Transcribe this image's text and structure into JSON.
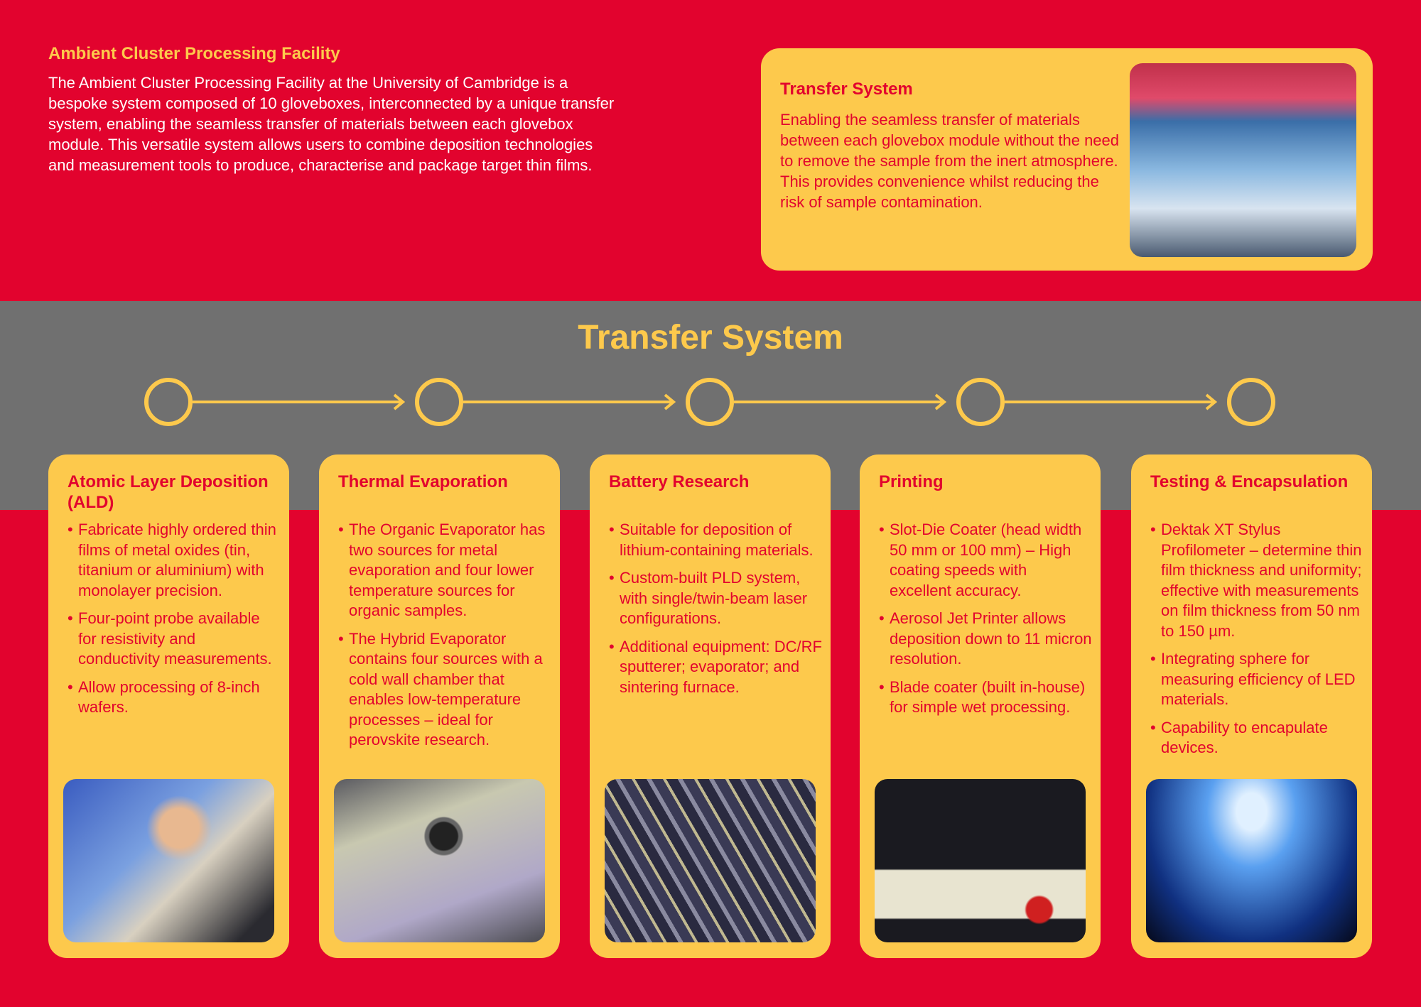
{
  "intro": {
    "title": "Ambient Cluster Processing Facility",
    "body": "The Ambient Cluster Processing Facility at the University of Cambridge is a bespoke system composed of 10 gloveboxes, interconnected by a unique transfer system, enabling the seamless transfer of materials between each glovebox module. This versatile system allows users to combine deposition technologies and measurement tools to produce, characterise and package target thin films."
  },
  "transfer_card": {
    "title": "Transfer System",
    "body": "Enabling the seamless transfer of materials between each glovebox module without the need to remove the sample from the inert atmosphere. This provides convenience whilst reducing the risk of sample contamination."
  },
  "section_title": "Transfer System",
  "colors": {
    "red": "#e2032e",
    "yellow": "#fdc94c",
    "gray": "#707070"
  },
  "cards": [
    {
      "title": "Atomic Layer Deposition (ALD)",
      "bullets": [
        "Fabricate highly ordered thin films of metal oxides (tin, titanium or aluminium) with monolayer precision.",
        "Four-point probe available for resistivity and conductivity measurements.",
        "Allow processing of 8-inch wafers."
      ]
    },
    {
      "title": "Thermal Evaporation",
      "bullets": [
        "The Organic Evaporator has two sources for metal evaporation and four lower temperature sources for organic samples.",
        "The Hybrid Evaporator contains four sources with a cold wall chamber that enables low-temperature processes – ideal for perovskite research."
      ]
    },
    {
      "title": "Battery Research",
      "bullets": [
        "Suitable for deposition of lithium-containing materials.",
        "Custom-built PLD system, with single/twin-beam laser configurations.",
        "Additional equipment: DC/RF sputterer; evaporator; and sintering furnace."
      ]
    },
    {
      "title": "Printing",
      "bullets": [
        "Slot-Die Coater (head width 50 mm or 100 mm) – High coating speeds with excellent accuracy.",
        "Aerosol Jet Printer allows deposition down to 11 micron resolution.",
        "Blade coater (built in-house) for simple wet processing."
      ]
    },
    {
      "title": "Testing & Encapsulation",
      "bullets": [
        "Dektak XT Stylus Profilometer – determine thin film thickness and uniformity; effective with measurements on film thickness from 50 nm to 150 µm.",
        "Integrating sphere for measuring efficiency of LED materials.",
        "Capability to encapulate devices."
      ]
    }
  ]
}
